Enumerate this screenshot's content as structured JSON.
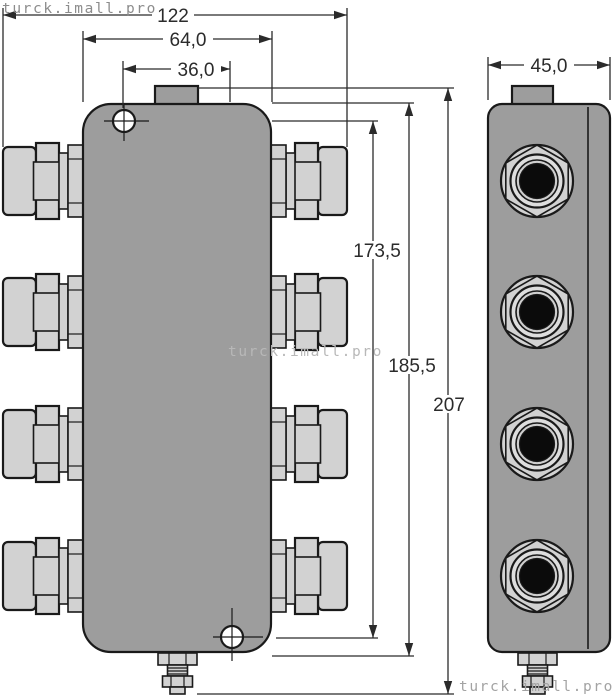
{
  "drawing": {
    "watermark_top_left": "turck.imall.pro",
    "watermark_middle": "turck.imall.pro",
    "watermark_bottom_right": "turck.imall.pro",
    "dimensions": {
      "overall_width_mm": "122",
      "body_width_mm": "64,0",
      "mounting_hole_offset_mm": "36,0",
      "mounting_hole_spacing_mm": "173,5",
      "housing_height_mm": "185,5",
      "overall_height_mm": "207",
      "side_width_mm": "45,0"
    },
    "colors": {
      "housing": "#9d9d9d",
      "fitting": "#d2d2d2",
      "connector_ring": "#dedede",
      "connector_inner": "#cfcfcf",
      "connector_core": "#0b0b0b",
      "hole": "#ffffff"
    }
  }
}
